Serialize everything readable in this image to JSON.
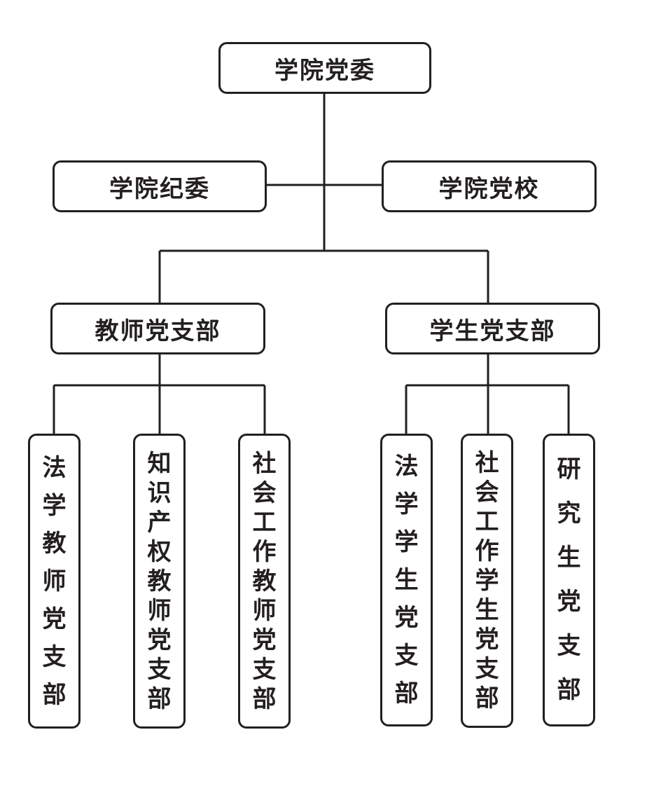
{
  "colors": {
    "line": "#231f20",
    "background": "#ffffff"
  },
  "nodes": {
    "root": "学院党委",
    "discipline": "学院纪委",
    "school": "学院党校",
    "teacher_branch": "教师党支部",
    "student_branch": "学生党支部",
    "law_teacher": "法学教师党支部",
    "ip_teacher": "知识产权教师党支部",
    "sw_teacher": "社会工作教师党支部",
    "law_student": "法学学生党支部",
    "sw_student": "社会工作学生党支部",
    "grad": "研究生党支部"
  }
}
